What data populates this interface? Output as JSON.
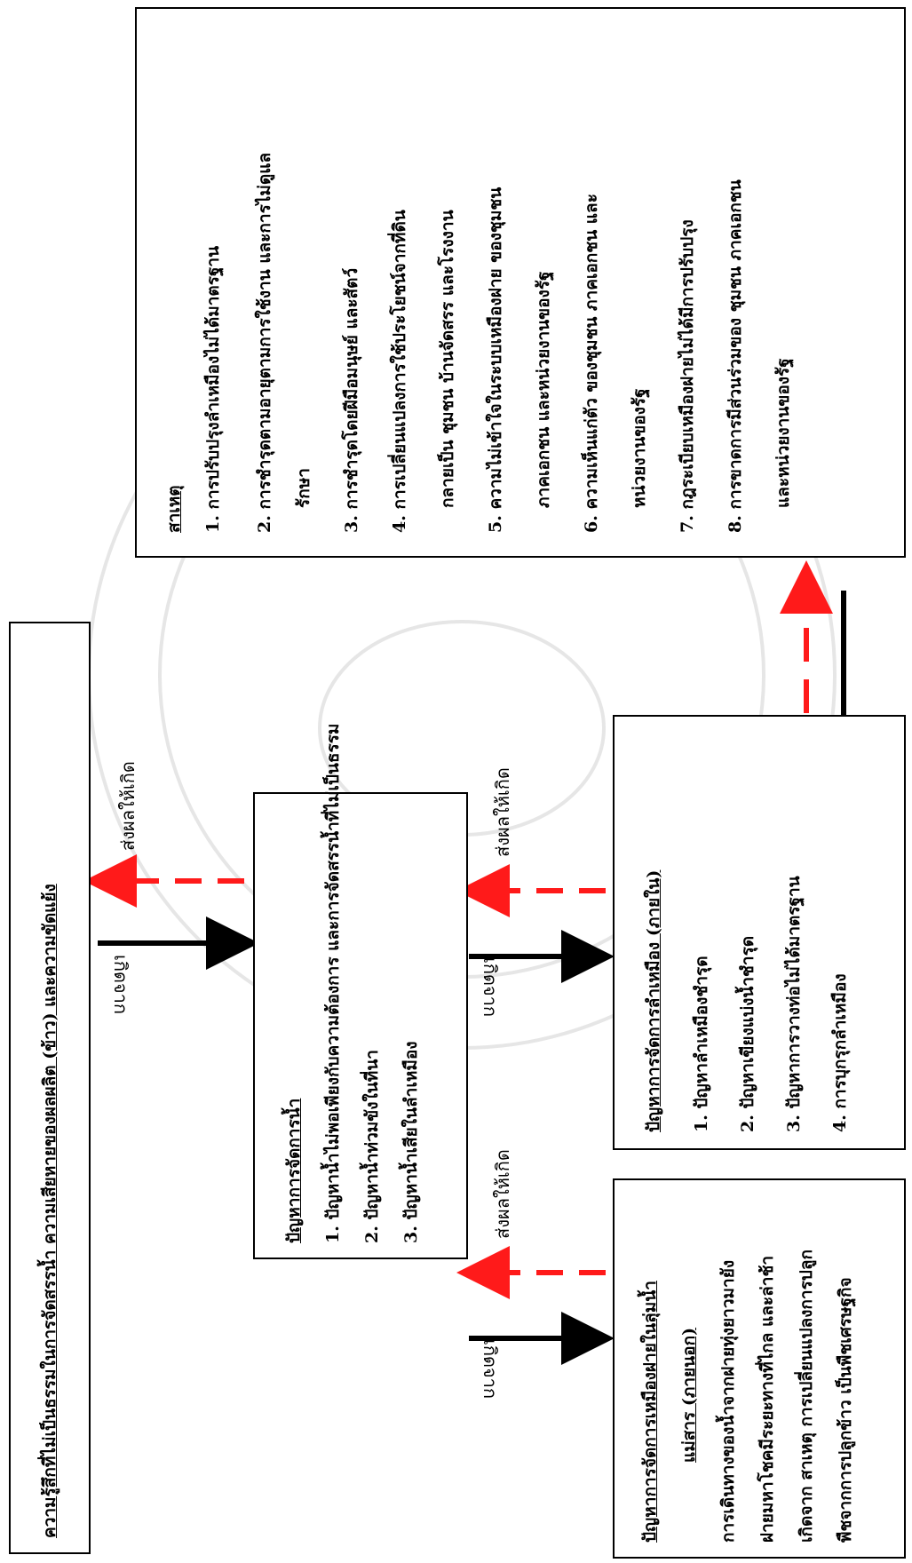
{
  "box_perception": {
    "title": "ความรู้สึกที่ไม่เป็นธรรมในการจัดสรรน้ำ ความเสียหายของผลผลิต (ข้าว) และความขัดแย้ง"
  },
  "box_water_management": {
    "heading": "ปัญหาการจัดการน้ำ",
    "items": [
      "1. ปัญหาน้ำไม่พอเพียงกับความต้องการ และการจัดสรรน้ำที่ไม่เป็นธรรม",
      "2. ปัญหาน้ำท่วมขังในที่นา",
      "3. ปัญหาน้ำเสียในลำเหมือง"
    ]
  },
  "box_weir_external": {
    "heading": "ปัญหาการจัดการเหมืองฝายในลุ่มน้ำ",
    "heading2": "แม่สาร (ภายนอก)",
    "lines": [
      "การเดินทางของน้ำจากฝายทุ่งยาวมายัง",
      "ฝายมหาโชคมีระยะทางที่ไกล และล่าช้า",
      "เกิดจาก สาเหตุ การเปลี่ยนแปลงการปลูก",
      "พืชจากการปลูกข้าว เป็นพืชเศรษฐกิจ"
    ]
  },
  "box_ditch_internal": {
    "heading": "ปัญหาการจัดการลำเหมือง (ภายใน)",
    "items": [
      "1. ปัญหาลำเหมืองชำรุด",
      "2. ปัญหาเขียงแบ่งน้ำชำรุด",
      "3. ปัญหาการวางท่อไม่ได้มาตรฐาน",
      "4. การบุกรุกลำเหมือง"
    ]
  },
  "box_causes": {
    "heading": "สาเหตุ",
    "lines": [
      "1. การปรับปรุงลำเหมืองไม่ได้มาตรฐาน",
      "2. การชำรุดตามอายุตามการใช้งาน และการไม่ดูแล",
      "รักษา",
      "3. การชำรุดโดยฝีมือมนุษย์ และสัตว์",
      "4. การเปลี่ยนแปลงการใช้ประโยชน์จากที่ดิน",
      "กลายเป็น ชุมชน บ้านจัดสรร และโรงงาน",
      "5. ความไม่เข้าใจในระบบเหมืองฝาย ของชุมชน",
      "ภาคเอกชน และหน่วยงานของรัฐ",
      "6. ความเห็นแก่ตัว ของชุมชน ภาคเอกชน และ",
      "หน่วยงานของรัฐ",
      "7. กฎระเบียบเหมืองฝายไม่ได้มีการปรับปรุง",
      "8. การขาดการมีส่วนร่วมของ ชุมชน ภาคเอกชน",
      "และหน่วยงานของรัฐ"
    ]
  },
  "arrow_labels": {
    "results_in": "ส่งผลให้เกิด",
    "caused_by": "เกิดจาก"
  },
  "colors": {
    "red_dashed": "#ff1a1a",
    "black_arrow": "#000000"
  }
}
